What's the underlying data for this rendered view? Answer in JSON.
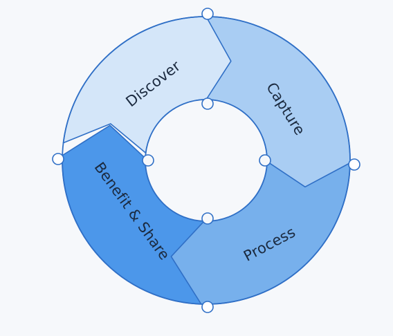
{
  "diagram": {
    "type": "cycle",
    "stages": [
      {
        "label": "Discover",
        "color": "#d4e6f9"
      },
      {
        "label": "Capture",
        "color": "#a9cdf3"
      },
      {
        "label": "Process",
        "color": "#77b0ec"
      },
      {
        "label": "Benefit & Share",
        "color": "#4c97ea"
      }
    ],
    "outline_color": "#2f6fc6",
    "background": "#f6f8fb"
  }
}
